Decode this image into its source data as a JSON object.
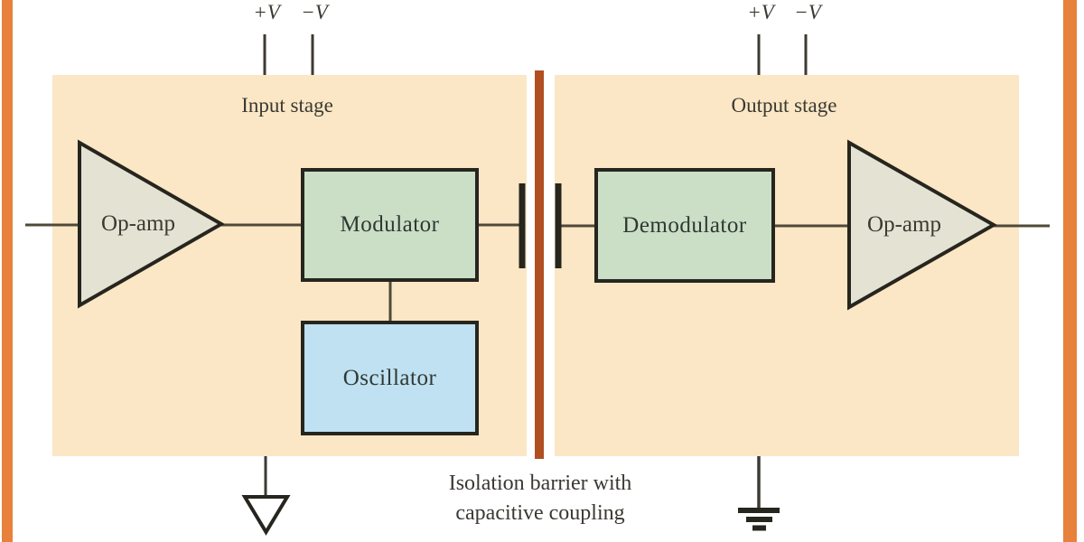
{
  "supplies": {
    "left": {
      "plus": "+V",
      "minus": "−V"
    },
    "right": {
      "plus": "+V",
      "minus": "−V"
    }
  },
  "input_stage": {
    "title": "Input stage",
    "opamp": "Op-amp",
    "modulator": "Modulator",
    "oscillator": "Oscillator"
  },
  "output_stage": {
    "title": "Output stage",
    "demodulator": "Demodulator",
    "opamp": "Op-amp"
  },
  "caption": {
    "line1": "Isolation barrier with",
    "line2": "capacitive coupling"
  },
  "colors": {
    "frame_orange": "#E8813B",
    "stage_fill": "#FBE7C5",
    "module_green": "#CADFC6",
    "oscillator_blue": "#BFE1F2",
    "opamp_fill": "#E4E2D2",
    "barrier_rust": "#B05020",
    "wire": "#50493A",
    "outline": "#26251E",
    "text": "#3A3831"
  }
}
